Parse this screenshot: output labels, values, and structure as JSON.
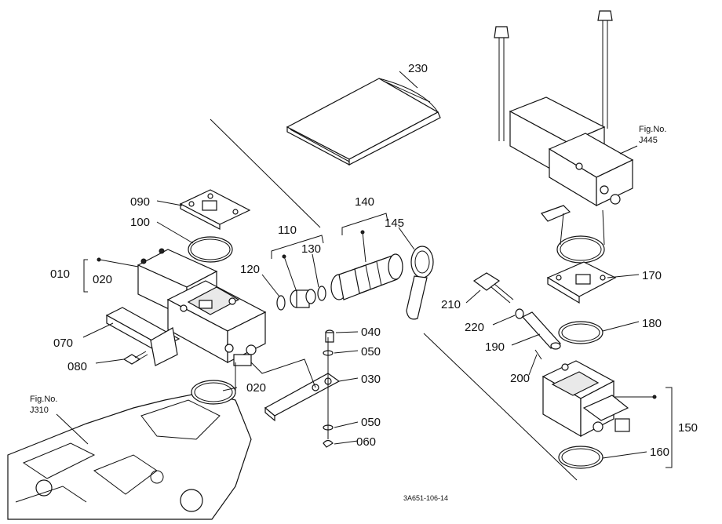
{
  "part_labels": {
    "p230": "230",
    "p090": "090",
    "p100": "100",
    "p010": "010",
    "p020a": "020",
    "p070": "070",
    "p080": "080",
    "p020b": "020",
    "p110": "110",
    "p130": "130",
    "p120": "120",
    "p140": "140",
    "p145": "145",
    "p040": "040",
    "p050a": "050",
    "p030": "030",
    "p050b": "050",
    "p060": "060",
    "p210": "210",
    "p220": "220",
    "p190": "190",
    "p200": "200",
    "p170": "170",
    "p180": "180",
    "p150": "150",
    "p160": "160"
  },
  "references": {
    "j445_title": "Fig.No.",
    "j445_code": "J445",
    "j310_title": "Fig.No.",
    "j310_code": "J310"
  },
  "drawing_code": "3A651-106-14"
}
